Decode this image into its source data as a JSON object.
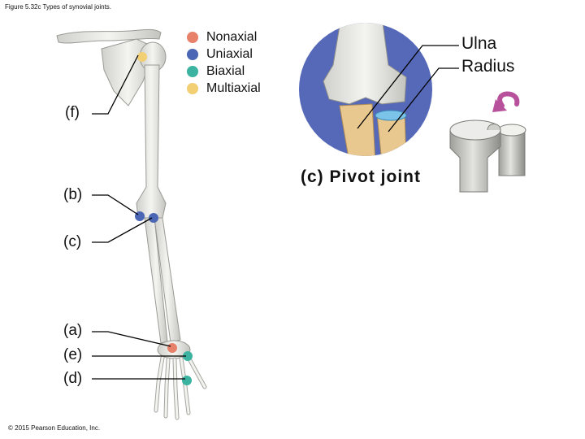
{
  "figure_title": "Figure 5.32c Types of synovial joints.",
  "copyright": "© 2015 Pearson Education, Inc.",
  "legend": [
    {
      "label": "Nonaxial",
      "color": "#e8816a"
    },
    {
      "label": "Uniaxial",
      "color": "#4a66b5"
    },
    {
      "label": "Biaxial",
      "color": "#3bb3a0"
    },
    {
      "label": "Multiaxial",
      "color": "#f2cf73"
    }
  ],
  "joint_labels": {
    "f": "(f)",
    "b": "(b)",
    "c": "(c)",
    "a": "(a)",
    "e": "(e)",
    "d": "(d)"
  },
  "pivot": {
    "title": "(c) Pivot joint",
    "ulna": "Ulna",
    "radius": "Radius"
  },
  "colors": {
    "bone": "#e9e9e6",
    "bone_shadow": "#b9b9b4",
    "circle_bg": "#5569b8",
    "radius_bone": "#e9c88f",
    "cartilage": "#7bc3e8",
    "arrow": "#b8519b"
  }
}
